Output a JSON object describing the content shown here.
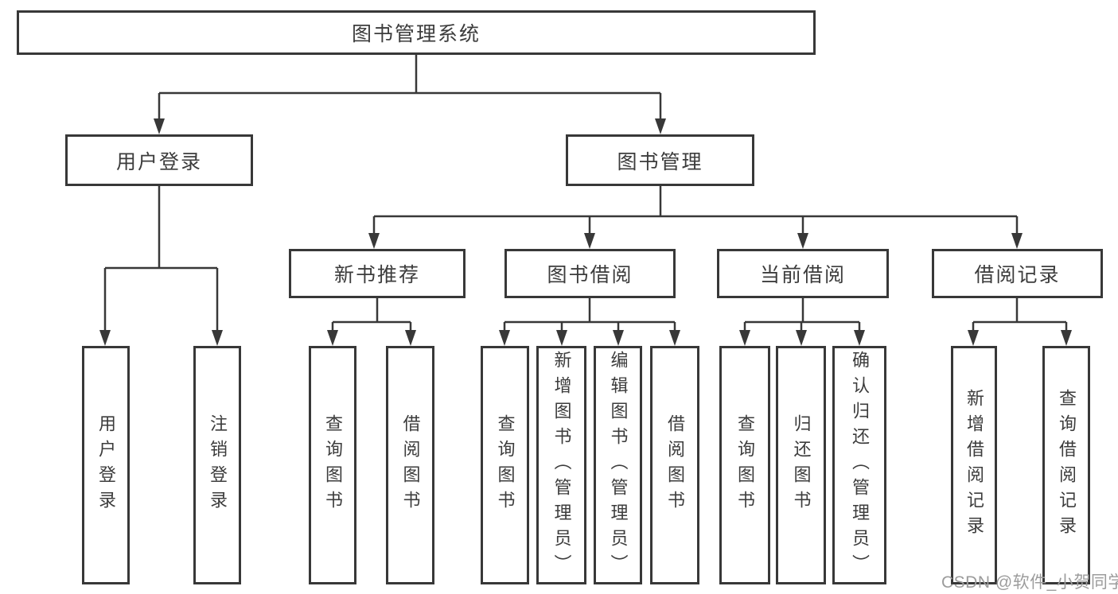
{
  "diagram": {
    "root_label": "图书管理系统",
    "branches": [
      {
        "label": "用户登录",
        "children": [
          "用户登录",
          "注销登录"
        ]
      },
      {
        "label": "图书管理",
        "groups": [
          {
            "label": "新书推荐",
            "children": [
              "查询图书",
              "借阅图书"
            ]
          },
          {
            "label": "图书借阅",
            "children": [
              "查询图书",
              "新增图书（管理员）",
              "编辑图书（管理员）",
              "借阅图书"
            ]
          },
          {
            "label": "当前借阅",
            "children": [
              "查询图书",
              "归还图书",
              "确认归还（管理员）"
            ]
          },
          {
            "label": "借阅记录",
            "children": [
              "新增借阅记录",
              "查询借阅记录"
            ]
          }
        ]
      }
    ]
  },
  "watermark": {
    "text": "CSDN @软件_小贺同学"
  },
  "colors": {
    "line": "#383838",
    "box_border": "#383838",
    "text": "#3c3c3c",
    "watermark": "#9c9c9c",
    "background": "#ffffff"
  }
}
